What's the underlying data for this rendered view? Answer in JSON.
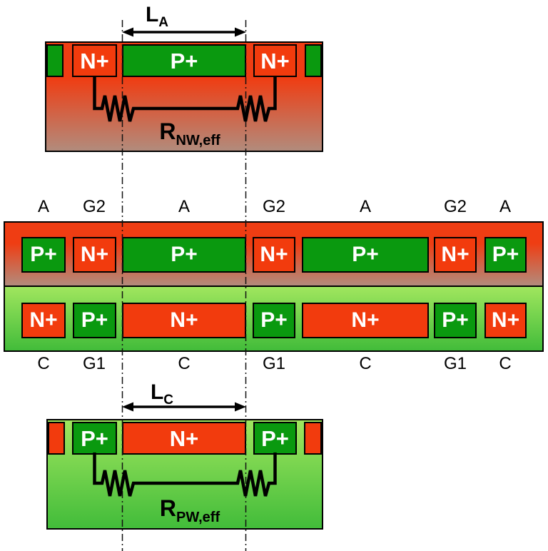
{
  "colors": {
    "nplus_red": "#f23b0d",
    "pplus_green": "#0a990f",
    "nwell_top": "#ef3d13",
    "nwell_bottom": "#b28b7c",
    "pwell_top": "#a0e65e",
    "pwell_bottom": "#42bc3a",
    "outline_black": "#000000"
  },
  "top_section": {
    "dim_main": "L",
    "dim_sub": "A",
    "res_main": "R",
    "res_sub": "NW,eff",
    "left_contact": "N+",
    "center_region": "P+",
    "right_contact": "N+"
  },
  "middle_section": {
    "top_terminal_labels": [
      "A",
      "G2",
      "A",
      "G2",
      "A",
      "G2",
      "A"
    ],
    "top_row_regions": [
      "P+",
      "N+",
      "P+",
      "N+",
      "P+",
      "N+",
      "P+"
    ],
    "bottom_row_regions": [
      "N+",
      "P+",
      "N+",
      "P+",
      "N+",
      "P+",
      "N+"
    ],
    "bottom_terminal_labels": [
      "C",
      "G1",
      "C",
      "G1",
      "C",
      "G1",
      "C"
    ]
  },
  "bottom_section": {
    "dim_main": "L",
    "dim_sub": "C",
    "res_main": "R",
    "res_sub": "PW,eff",
    "left_contact": "P+",
    "center_region": "N+",
    "right_contact": "P+"
  }
}
